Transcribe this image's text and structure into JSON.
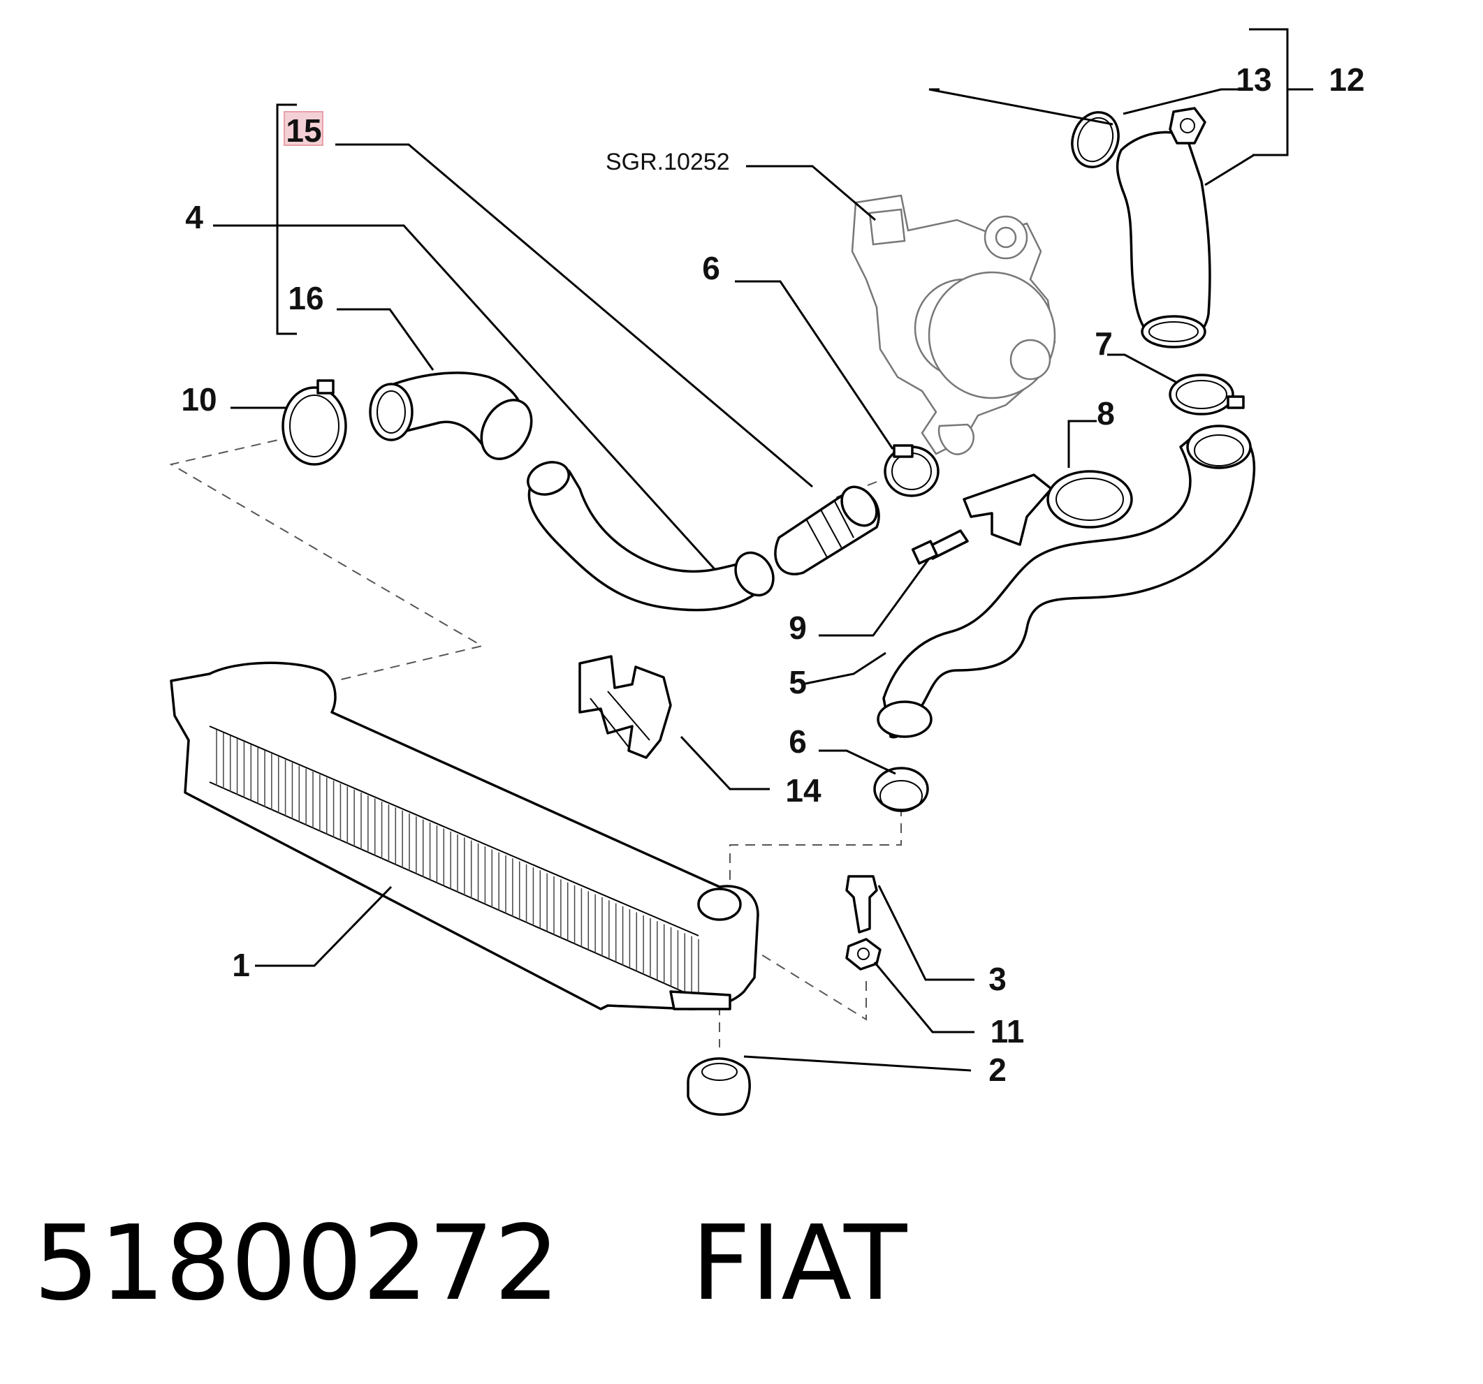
{
  "callouts": {
    "c1": "1",
    "c2": "2",
    "c3": "3",
    "c4": "4",
    "c5": "5",
    "c6a": "6",
    "c6b": "6",
    "c7": "7",
    "c8": "8",
    "c9": "9",
    "c10": "10",
    "c11": "11",
    "c12": "12",
    "c13": "13",
    "c14": "14",
    "c15": "15",
    "c16": "16"
  },
  "reference": "SGR.10252",
  "footer": {
    "part_number": "51800272",
    "brand": "FIAT"
  },
  "highlight_color": "#e8a0a8"
}
